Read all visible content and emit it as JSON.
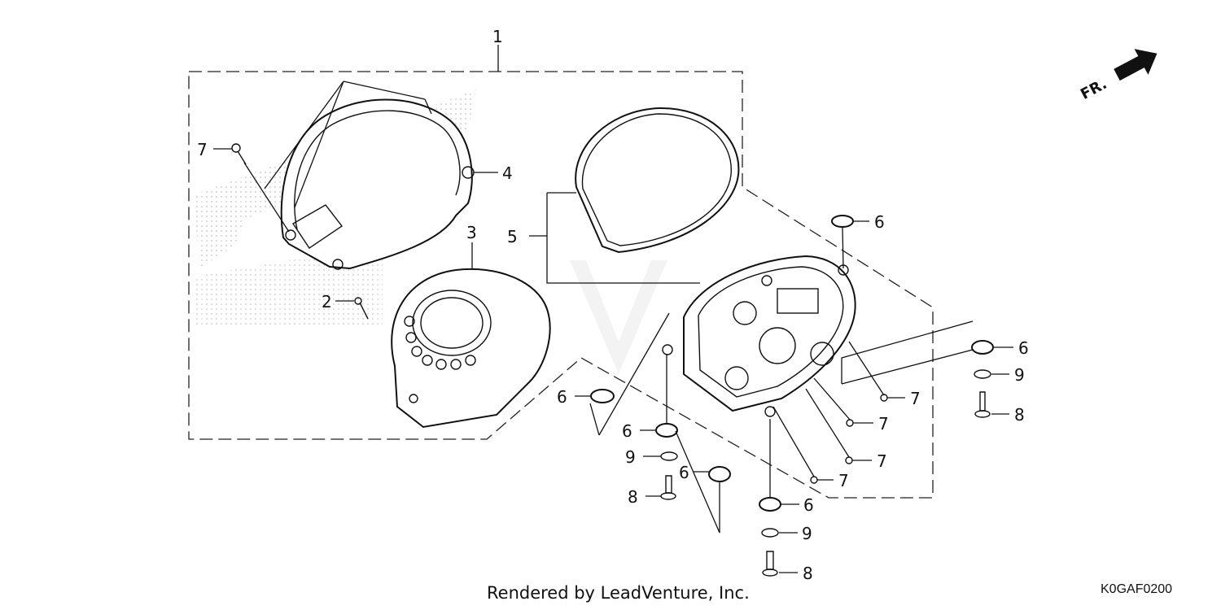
{
  "callouts": {
    "c1": "1",
    "c2": "2",
    "c3": "3",
    "c4": "4",
    "c5": "5",
    "c6": "6",
    "c7": "7",
    "c8": "8",
    "c9": "9"
  },
  "direction_label": "FR.",
  "footer_text": "Rendered by LeadVenture, Inc.",
  "diagram_code": "K0GAF0200",
  "colors": {
    "line": "#111111",
    "watermark": "#d9d9d9"
  }
}
